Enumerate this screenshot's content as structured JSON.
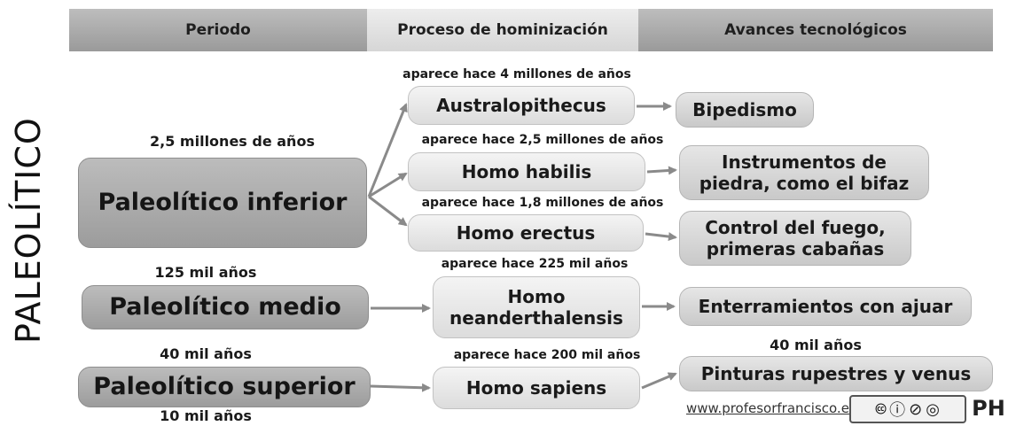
{
  "header": {
    "periodo": "Periodo",
    "hominizacion": "Proceso de hominización",
    "avances": "Avances tecnológicos"
  },
  "side_title": "PALEOLÍTICO",
  "periods": {
    "inferior": {
      "label": "Paleolítico inferior",
      "date_top": "2,5 millones de años"
    },
    "medio": {
      "label": "Paleolítico medio",
      "date_top": "125 mil años"
    },
    "superior": {
      "label": "Paleolítico superior",
      "date_top": "40 mil años",
      "date_bottom": "10 mil años"
    }
  },
  "hominids": {
    "australopithecus": {
      "label": "Australopithecus",
      "caption": "aparece hace 4 millones de años"
    },
    "habilis": {
      "label": "Homo habilis",
      "caption": "aparece hace 2,5 millones de años"
    },
    "erectus": {
      "label": "Homo erectus",
      "caption": "aparece hace 1,8 millones de años"
    },
    "neanderthal": {
      "label_line1": "Homo",
      "label_line2": "neanderthalensis",
      "caption": "aparece hace 225 mil años"
    },
    "sapiens": {
      "label": "Homo sapiens",
      "caption": "aparece hace 200 mil años"
    }
  },
  "technologies": {
    "bipedismo": {
      "label": "Bipedismo"
    },
    "instrumentos": {
      "line1": "Instrumentos de",
      "line2": "piedra, como el bifaz"
    },
    "fuego": {
      "line1": "Control del fuego,",
      "line2": "primeras cabañas"
    },
    "enterramientos": {
      "label": "Enterramientos con ajuar"
    },
    "pinturas": {
      "label": "Pinturas rupestres y venus",
      "date_top": "40 mil años"
    }
  },
  "footer": {
    "url": "www.profesorfrancisco.es",
    "license": "cc by-nc-sa",
    "brand": "PH"
  }
}
